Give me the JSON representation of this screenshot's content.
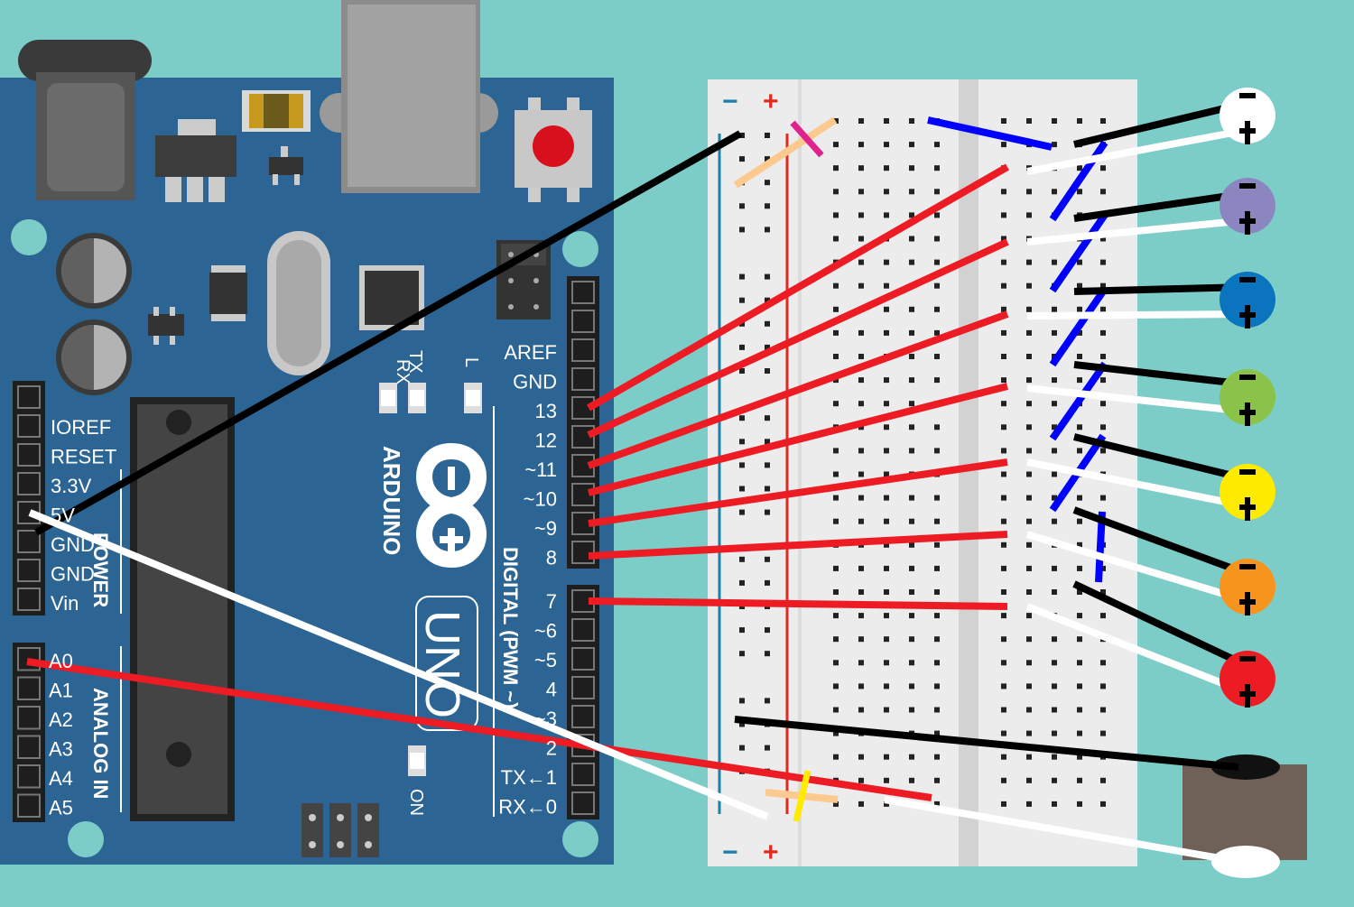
{
  "arduino": {
    "brand": "ARDUINO",
    "model": "UNO",
    "on_label": "ON",
    "tx_label": "TX",
    "rx_label": "RX",
    "l_label": "L",
    "power_header": "POWER",
    "analog_header": "ANALOG IN",
    "digital_header": "DIGITAL (PWM ~)",
    "power_pins": [
      "IOREF",
      "RESET",
      "3.3V",
      "5V",
      "GND",
      "GND",
      "Vin"
    ],
    "analog_pins": [
      "A0",
      "A1",
      "A2",
      "A3",
      "A4",
      "A5"
    ],
    "digital_pins_top": [
      "AREF",
      "GND",
      "13",
      "12",
      "~11",
      "~10",
      "~9",
      "8"
    ],
    "digital_pins_bottom": [
      "7",
      "~6",
      "~5",
      "4",
      "~3",
      "2",
      "TX←1",
      "RX←0"
    ]
  },
  "breadboard": {
    "minus": "−",
    "plus": "+"
  },
  "leds": [
    {
      "color": "#ffffff",
      "sign": "-",
      "marker": "+"
    },
    {
      "color": "#8b86c0",
      "sign": "-",
      "marker": "+"
    },
    {
      "color": "#0a74be",
      "sign": "-",
      "marker": "+"
    },
    {
      "color": "#8bc34a",
      "sign": "-",
      "marker": "+"
    },
    {
      "color": "#ffeb00",
      "sign": "-",
      "marker": "+"
    },
    {
      "color": "#f7941d",
      "sign": "-",
      "marker": "+"
    },
    {
      "color": "#ed1c24",
      "sign": "-",
      "marker": "+"
    }
  ],
  "colors": {
    "background": "#7ccdc8",
    "board": "#2c6593",
    "wire_red": "#ed1c24",
    "wire_black": "#000000",
    "wire_white": "#ffffff",
    "wire_blue": "#0000ff"
  }
}
